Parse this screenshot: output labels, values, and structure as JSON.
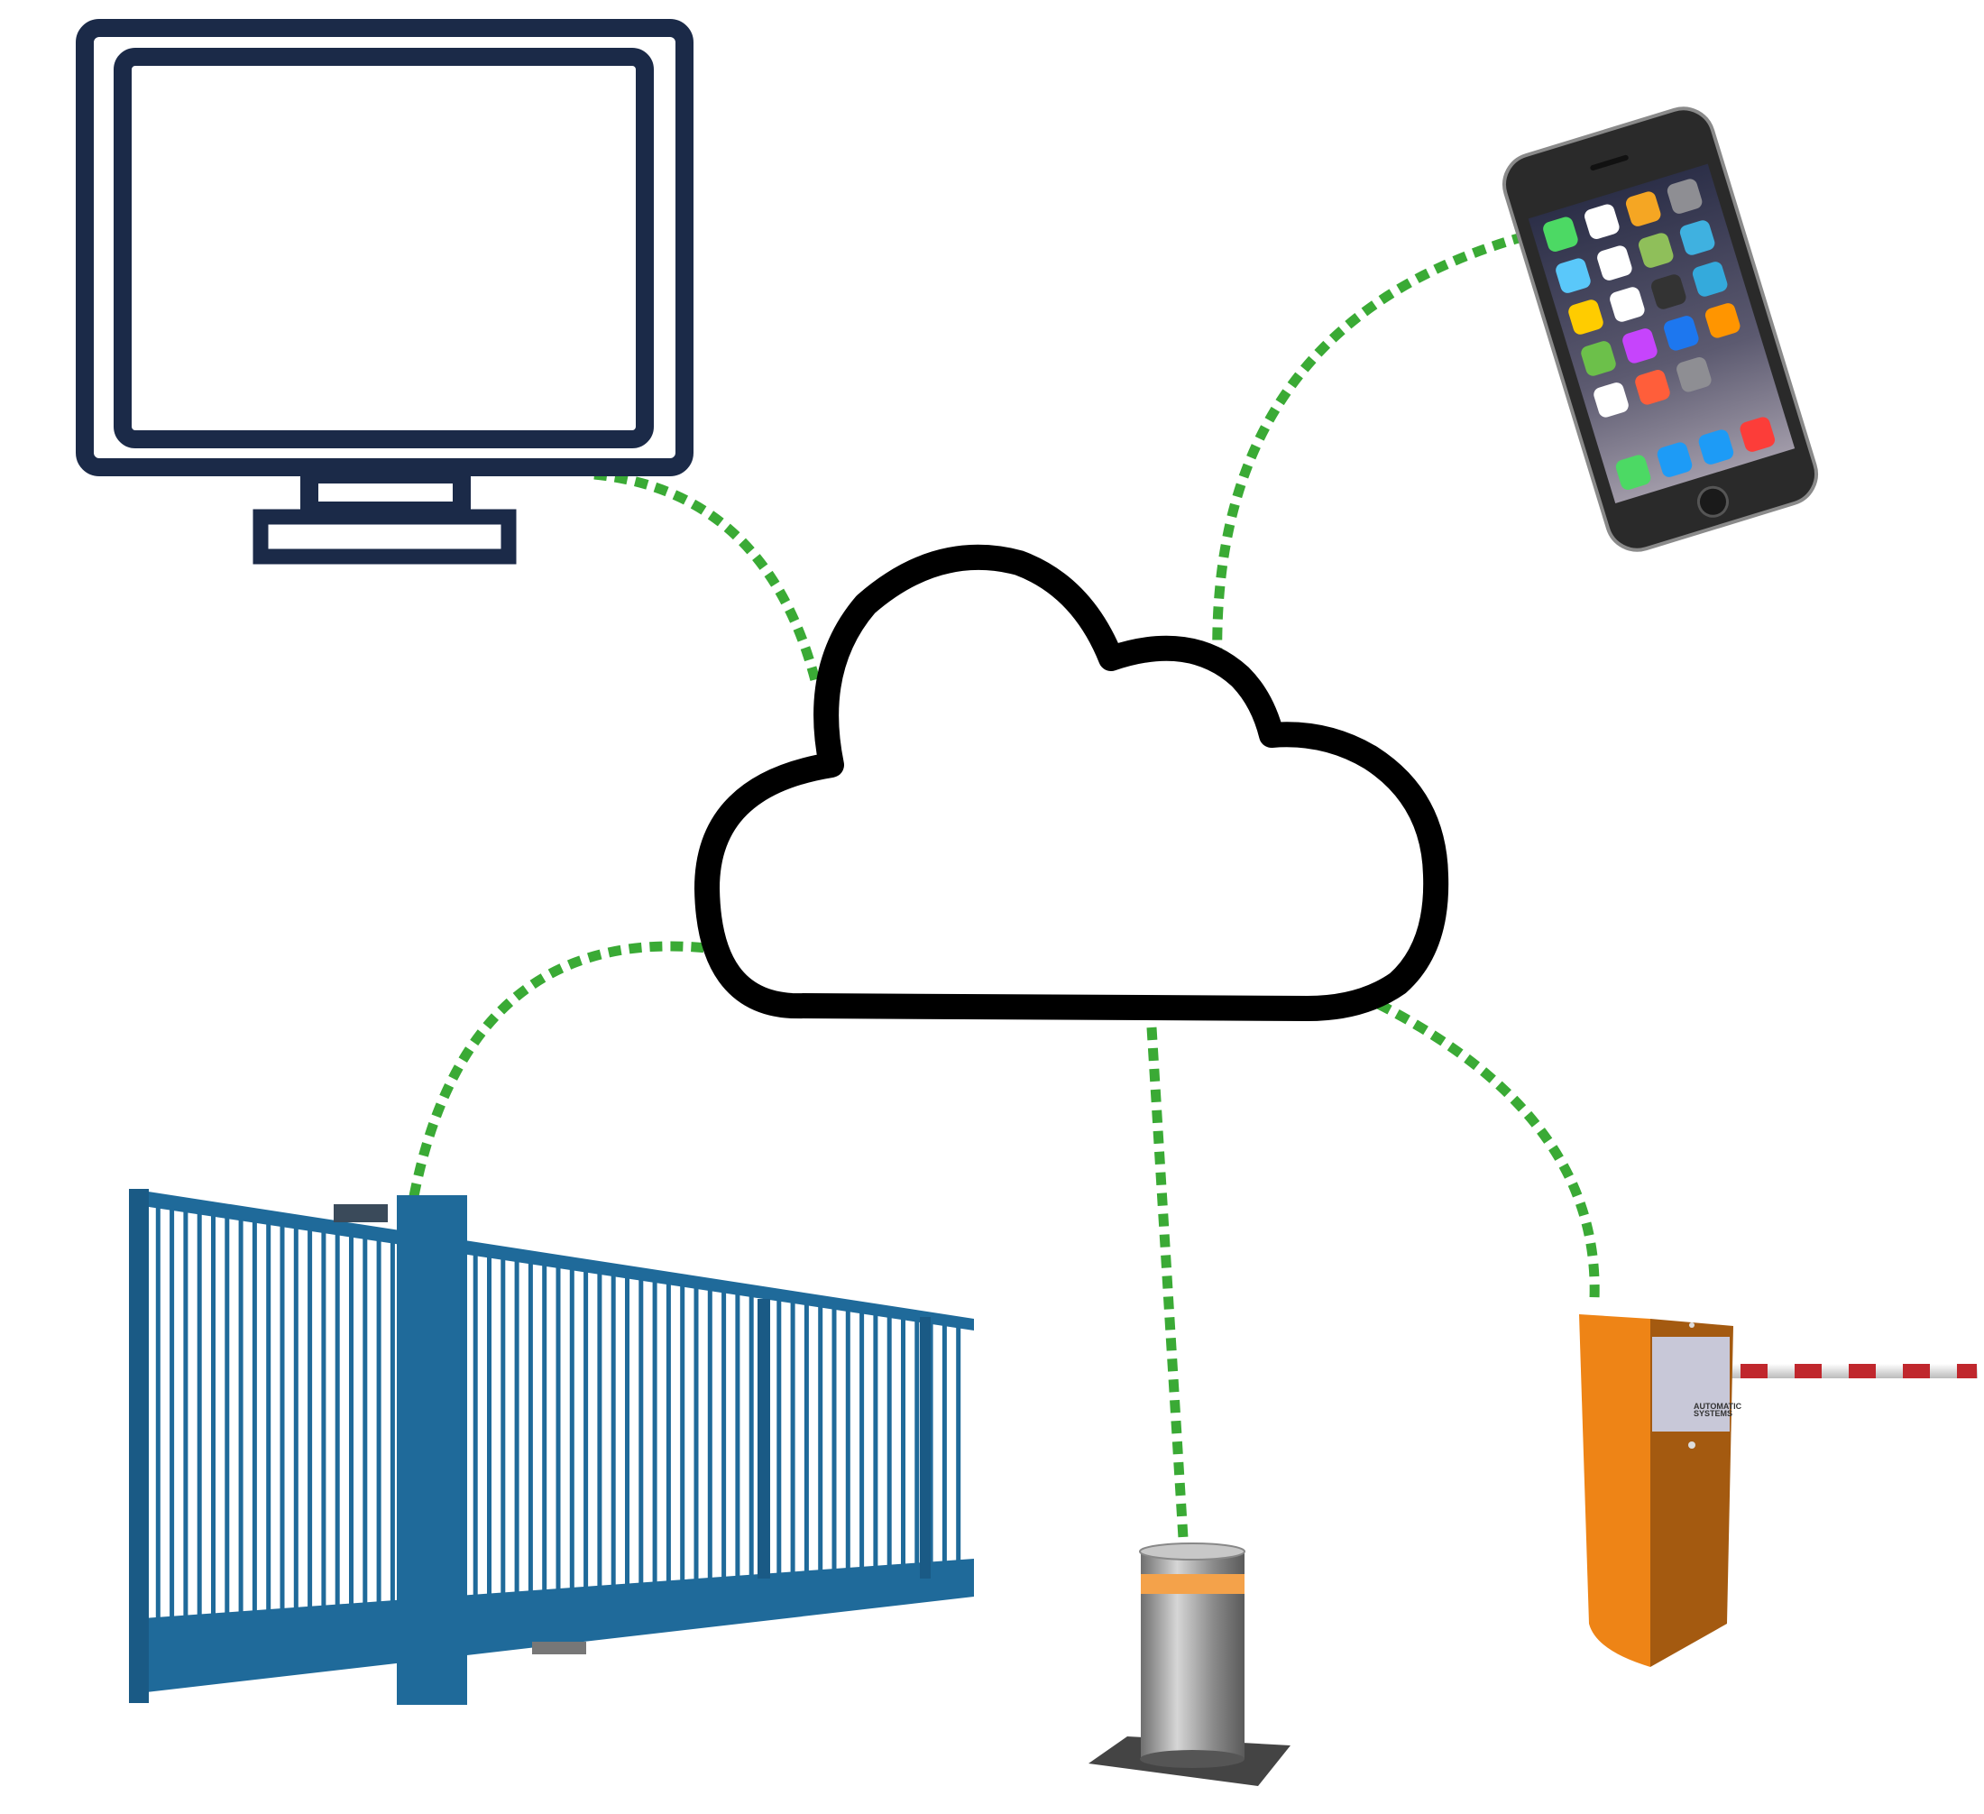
{
  "diagram": {
    "hub": "cloud",
    "nodes": [
      {
        "id": "monitor",
        "icon": "monitor-icon"
      },
      {
        "id": "smartphone",
        "icon": "smartphone-icon"
      },
      {
        "id": "sliding-gate",
        "icon": "sliding-gate-icon"
      },
      {
        "id": "bollard",
        "icon": "bollard-icon"
      },
      {
        "id": "barrier",
        "icon": "barrier-gate-icon"
      }
    ],
    "connector_style": "dotted",
    "colors": {
      "monitor": "#1b2a48",
      "cloud": "#000000",
      "connector": "#3aaa35",
      "gate": "#1f6a9a",
      "barrier": "#ee8416",
      "bollard": "#9a9a9a"
    },
    "barrier_logo": {
      "line1": "AUTOMATIC",
      "line2": "SYSTEMS"
    }
  }
}
